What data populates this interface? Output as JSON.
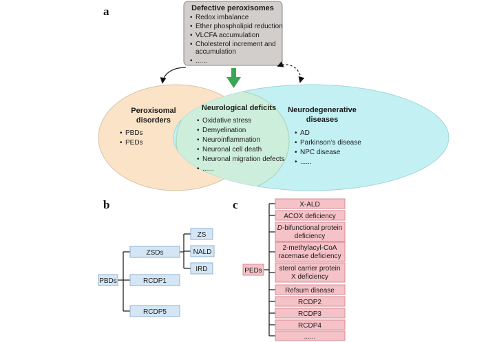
{
  "panel_a": {
    "label": "a",
    "top_box": {
      "title": "Defective peroxisomes",
      "items": [
        "Redox imbalance",
        "Ether phospholipid reduction",
        "VLCFA accumulation",
        "Cholesterol increment and",
        "accumulation",
        "......"
      ]
    },
    "left": {
      "title_1": "Peroxisomal",
      "title_2": "disorders",
      "items": [
        "PBDs",
        "PEDs"
      ]
    },
    "center": {
      "title": "Neurological deficits",
      "items": [
        "Oxidative stress",
        "Demyelination",
        "Neuroinflammation",
        "Neuronal cell death",
        "Neuronal migration defects",
        "......"
      ]
    },
    "right": {
      "title_1": "Neurodegenerative",
      "title_2": "diseases",
      "items": [
        "AD",
        "Parkinson’s disease",
        "NPC disease",
        "......"
      ]
    },
    "colors": {
      "top_box": "#d2cecb",
      "left": "#fbe3c8",
      "right": "#c3f0f3",
      "overlap": "#cdeedb",
      "green_arrow": "#3aa655"
    }
  },
  "panel_b": {
    "label": "b",
    "root": "PBDs",
    "level1": [
      "ZSDs",
      "RCDP1",
      "RCDP5"
    ],
    "zsd_children": [
      "ZS",
      "NALD",
      "IRD"
    ]
  },
  "panel_c": {
    "label": "c",
    "root": "PEDs",
    "items": [
      {
        "l1": "X-ALD"
      },
      {
        "l1": "ACOX deficiency"
      },
      {
        "l1_it": "D",
        "l1": "-bifunctional protein",
        "l2": "deficiency"
      },
      {
        "l1": "2-methylacyl-CoA",
        "l2": "racemase deficiency"
      },
      {
        "l1": "sterol carrier protein",
        "l2": "X deficiency"
      },
      {
        "l1": "Refsum disease"
      },
      {
        "l1": "RCDP2"
      },
      {
        "l1": "RCDP3"
      },
      {
        "l1": "RCDP4"
      },
      {
        "l1": "......"
      }
    ]
  }
}
